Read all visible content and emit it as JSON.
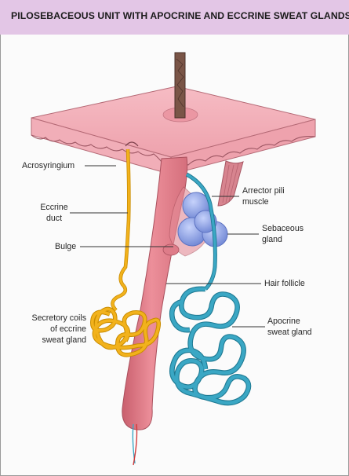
{
  "title": "PILOSEBACEOUS UNIT WITH APOCRINE AND ECCRINE SWEAT GLANDS",
  "labels": {
    "acrosyringium": "Acrosyringium",
    "eccrine_duct_line1": "Eccrine",
    "eccrine_duct_line2": "duct",
    "bulge": "Bulge",
    "secretory_line1": "Secretory coils",
    "secretory_line2": "of eccrine",
    "secretory_line3": "sweat gland",
    "arrector_line1": "Arrector pili",
    "arrector_line2": "muscle",
    "sebaceous_line1": "Sebaceous",
    "sebaceous_line2": "gland",
    "hair_follicle": "Hair follicle",
    "apocrine_line1": "Apocrine",
    "apocrine_line2": "sweat gland"
  },
  "colors": {
    "title_band": "#e3c6e6",
    "skin": "#f0a9b4",
    "follicle": "#e8848f",
    "hair_shaft": "#7a5547",
    "eccrine": "#f2b21c",
    "apocrine": "#3aa7c4",
    "sebaceous": "#8fa4e6",
    "leader_line": "#333333"
  }
}
